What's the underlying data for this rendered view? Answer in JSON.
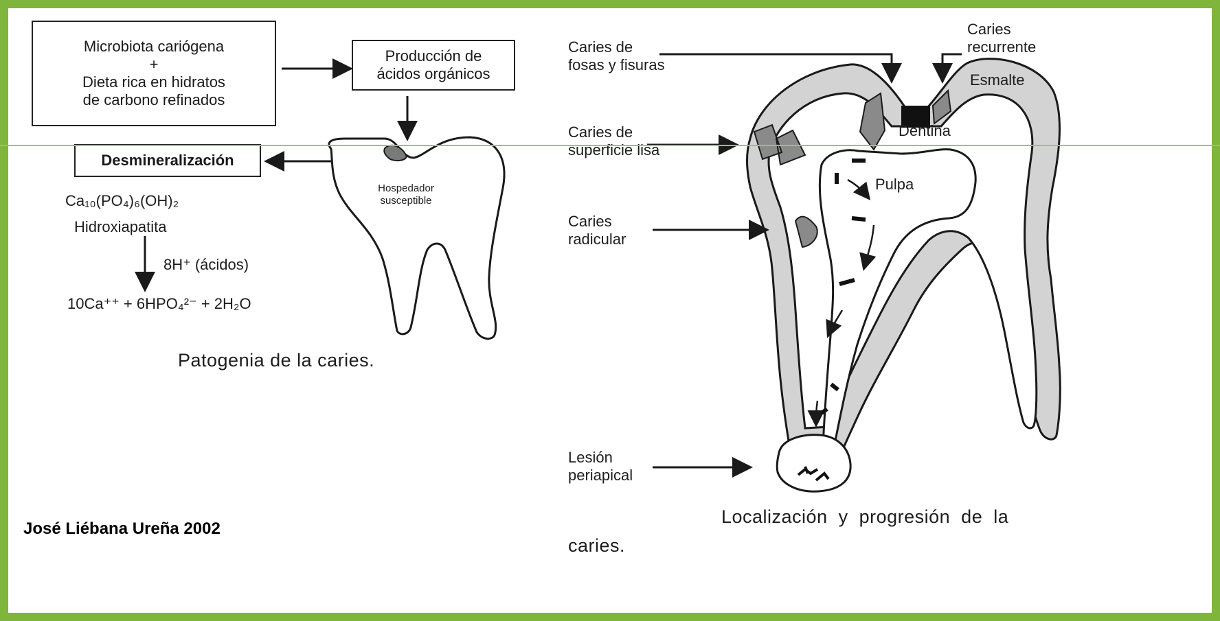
{
  "left": {
    "box_microbiota": "Microbiota cariógena\n+\nDieta rica en hidratos\nde carbono refinados",
    "box_acidos": "Producción de\nácidos orgánicos",
    "box_desmineralizacion": "Desmineralización",
    "tooth_label": "Hospedador\nsusceptible",
    "formula": "Ca₁₀(PO₄)₆(OH)₂",
    "formula_name": "Hidroxiapatita",
    "reaction_label": "8H⁺ (ácidos)",
    "products": "10Ca⁺⁺ + 6HPO₄²⁻ + 2H₂O",
    "caption": "Patogenia de la caries."
  },
  "right": {
    "label_fosas": "Caries de\nfosas y fisuras",
    "label_recurrente": "Caries\nrecurrente",
    "label_esmalte": "Esmalte",
    "label_dentina": "Dentina",
    "label_lisa": "Caries de\nsuperficie lisa",
    "label_pulpa": "Pulpa",
    "label_radicular": "Caries\nradicular",
    "label_periapical": "Lesión\nperiapical",
    "caption_line1": "Localización  y  progresión  de  la",
    "caption_line2": "caries."
  },
  "author": "José Liébana Ureña 2002",
  "colors": {
    "frame_green": "#7fb53a",
    "enamel_gray": "#d3d3d3",
    "caries_gray": "#8a8a8a"
  }
}
